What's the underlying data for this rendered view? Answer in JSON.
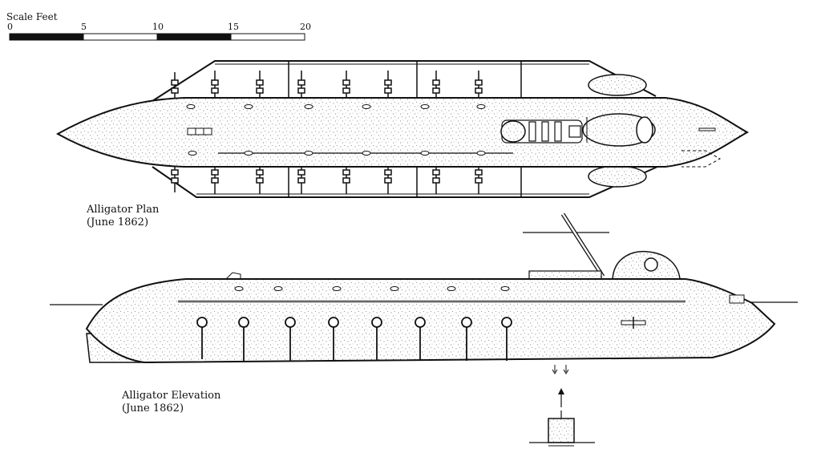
{
  "scale": {
    "title": "Scale Feet",
    "ticks": [
      "0",
      "5",
      "10",
      "15",
      "20"
    ]
  },
  "plan": {
    "title": "Alligator Plan",
    "date": "(June 1862)"
  },
  "elevation": {
    "title": "Alligator Elevation",
    "date": "(June 1862)"
  },
  "colors": {
    "ink": "#111111",
    "paper": "#ffffff",
    "stipple": "#555555"
  }
}
